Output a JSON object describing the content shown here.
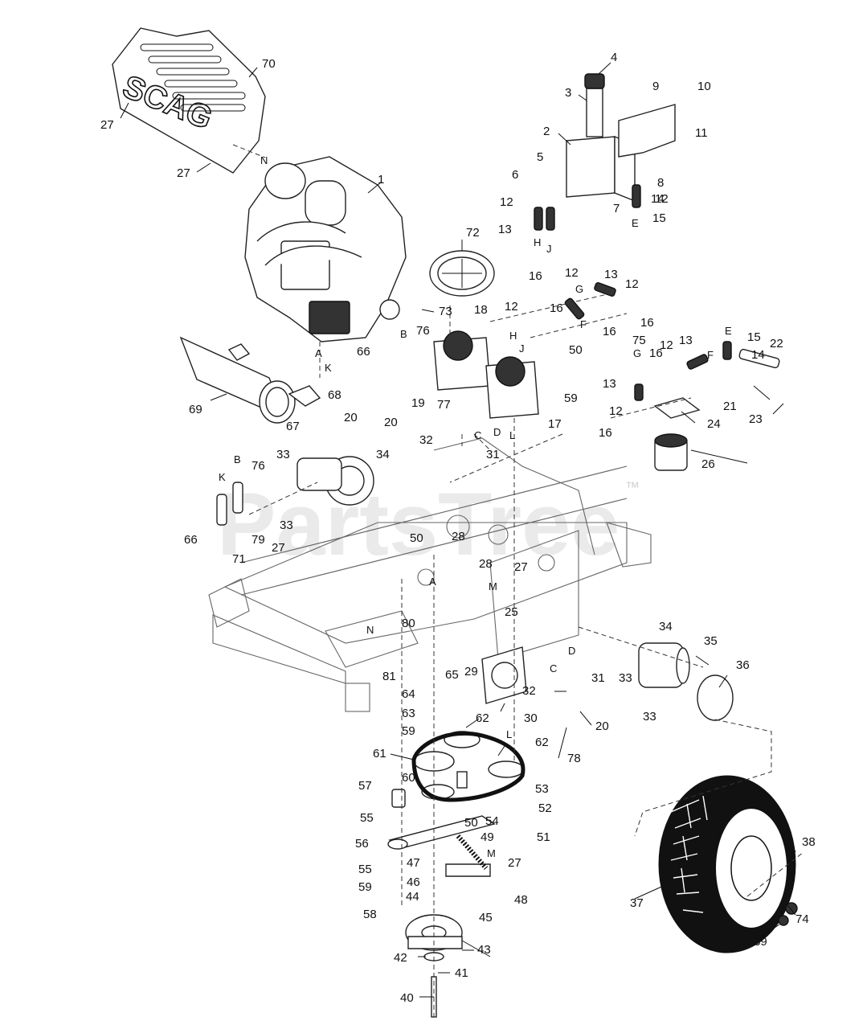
{
  "diagram": {
    "watermark": "PartsTree",
    "watermark_tm": "™",
    "logo_text": "SCAG",
    "callouts": [
      {
        "id": "c1",
        "text": "1"
      },
      {
        "id": "c2",
        "text": "2"
      },
      {
        "id": "c3",
        "text": "3"
      },
      {
        "id": "c4",
        "text": "4"
      },
      {
        "id": "c5",
        "text": "5"
      },
      {
        "id": "c6",
        "text": "6"
      },
      {
        "id": "c7",
        "text": "7"
      },
      {
        "id": "c8",
        "text": "8"
      },
      {
        "id": "c9",
        "text": "9"
      },
      {
        "id": "c10",
        "text": "10"
      },
      {
        "id": "c11",
        "text": "11"
      },
      {
        "id": "c12a",
        "text": "12"
      },
      {
        "id": "c12b",
        "text": "12"
      },
      {
        "id": "c12c",
        "text": "12"
      },
      {
        "id": "c12d",
        "text": "12"
      },
      {
        "id": "c12e",
        "text": "12"
      },
      {
        "id": "c12f",
        "text": "12"
      },
      {
        "id": "c12g",
        "text": "12"
      },
      {
        "id": "c13a",
        "text": "13"
      },
      {
        "id": "c13b",
        "text": "13"
      },
      {
        "id": "c13c",
        "text": "13"
      },
      {
        "id": "c13d",
        "text": "13"
      },
      {
        "id": "c14a",
        "text": "14"
      },
      {
        "id": "c14b",
        "text": "14"
      },
      {
        "id": "c15a",
        "text": "15"
      },
      {
        "id": "c15b",
        "text": "15"
      },
      {
        "id": "c16a",
        "text": "16"
      },
      {
        "id": "c16b",
        "text": "16"
      },
      {
        "id": "c16c",
        "text": "16"
      },
      {
        "id": "c16d",
        "text": "16"
      },
      {
        "id": "c16e",
        "text": "16"
      },
      {
        "id": "c16f",
        "text": "16"
      },
      {
        "id": "c17",
        "text": "17"
      },
      {
        "id": "c18",
        "text": "18"
      },
      {
        "id": "c19",
        "text": "19"
      },
      {
        "id": "c20a",
        "text": "20"
      },
      {
        "id": "c20b",
        "text": "20"
      },
      {
        "id": "c20c",
        "text": "20"
      },
      {
        "id": "c21",
        "text": "21"
      },
      {
        "id": "c22",
        "text": "22"
      },
      {
        "id": "c23",
        "text": "23"
      },
      {
        "id": "c24",
        "text": "24"
      },
      {
        "id": "c25",
        "text": "25"
      },
      {
        "id": "c26",
        "text": "26"
      },
      {
        "id": "c27a",
        "text": "27"
      },
      {
        "id": "c27b",
        "text": "27"
      },
      {
        "id": "c27c",
        "text": "27"
      },
      {
        "id": "c27d",
        "text": "27"
      },
      {
        "id": "c27e",
        "text": "27"
      },
      {
        "id": "c28a",
        "text": "28"
      },
      {
        "id": "c28b",
        "text": "28"
      },
      {
        "id": "c29",
        "text": "29"
      },
      {
        "id": "c30",
        "text": "30"
      },
      {
        "id": "c31a",
        "text": "31"
      },
      {
        "id": "c31b",
        "text": "31"
      },
      {
        "id": "c32a",
        "text": "32"
      },
      {
        "id": "c32b",
        "text": "32"
      },
      {
        "id": "c33a",
        "text": "33"
      },
      {
        "id": "c33b",
        "text": "33"
      },
      {
        "id": "c33c",
        "text": "33"
      },
      {
        "id": "c33d",
        "text": "33"
      },
      {
        "id": "c34a",
        "text": "34"
      },
      {
        "id": "c34b",
        "text": "34"
      },
      {
        "id": "c35",
        "text": "35"
      },
      {
        "id": "c36",
        "text": "36"
      },
      {
        "id": "c37",
        "text": "37"
      },
      {
        "id": "c38",
        "text": "38"
      },
      {
        "id": "c39",
        "text": "39"
      },
      {
        "id": "c40",
        "text": "40"
      },
      {
        "id": "c41",
        "text": "41"
      },
      {
        "id": "c42",
        "text": "42"
      },
      {
        "id": "c43",
        "text": "43"
      },
      {
        "id": "c44",
        "text": "44"
      },
      {
        "id": "c45",
        "text": "45"
      },
      {
        "id": "c46",
        "text": "46"
      },
      {
        "id": "c47",
        "text": "47"
      },
      {
        "id": "c48",
        "text": "48"
      },
      {
        "id": "c49",
        "text": "49"
      },
      {
        "id": "c50a",
        "text": "50"
      },
      {
        "id": "c50b",
        "text": "50"
      },
      {
        "id": "c50c",
        "text": "50"
      },
      {
        "id": "c51",
        "text": "51"
      },
      {
        "id": "c52",
        "text": "52"
      },
      {
        "id": "c53",
        "text": "53"
      },
      {
        "id": "c54",
        "text": "54"
      },
      {
        "id": "c55a",
        "text": "55"
      },
      {
        "id": "c55b",
        "text": "55"
      },
      {
        "id": "c56",
        "text": "56"
      },
      {
        "id": "c57",
        "text": "57"
      },
      {
        "id": "c58",
        "text": "58"
      },
      {
        "id": "c59a",
        "text": "59"
      },
      {
        "id": "c59b",
        "text": "59"
      },
      {
        "id": "c59c",
        "text": "59"
      },
      {
        "id": "c60",
        "text": "60"
      },
      {
        "id": "c61",
        "text": "61"
      },
      {
        "id": "c62a",
        "text": "62"
      },
      {
        "id": "c62b",
        "text": "62"
      },
      {
        "id": "c63",
        "text": "63"
      },
      {
        "id": "c64",
        "text": "64"
      },
      {
        "id": "c65",
        "text": "65"
      },
      {
        "id": "c66a",
        "text": "66"
      },
      {
        "id": "c66b",
        "text": "66"
      },
      {
        "id": "c67",
        "text": "67"
      },
      {
        "id": "c68",
        "text": "68"
      },
      {
        "id": "c69",
        "text": "69"
      },
      {
        "id": "c70",
        "text": "70"
      },
      {
        "id": "c71",
        "text": "71"
      },
      {
        "id": "c72",
        "text": "72"
      },
      {
        "id": "c73",
        "text": "73"
      },
      {
        "id": "c74",
        "text": "74"
      },
      {
        "id": "c75",
        "text": "75"
      },
      {
        "id": "c76a",
        "text": "76"
      },
      {
        "id": "c76b",
        "text": "76"
      },
      {
        "id": "c77",
        "text": "77"
      },
      {
        "id": "c78",
        "text": "78"
      },
      {
        "id": "c79",
        "text": "79"
      },
      {
        "id": "c80",
        "text": "80"
      },
      {
        "id": "c81",
        "text": "81"
      }
    ],
    "letters": [
      {
        "id": "lA1",
        "text": "A"
      },
      {
        "id": "lA2",
        "text": "A"
      },
      {
        "id": "lB1",
        "text": "B"
      },
      {
        "id": "lB2",
        "text": "B"
      },
      {
        "id": "lC1",
        "text": "C"
      },
      {
        "id": "lC2",
        "text": "C"
      },
      {
        "id": "lD1",
        "text": "D"
      },
      {
        "id": "lD2",
        "text": "D"
      },
      {
        "id": "lE1",
        "text": "E"
      },
      {
        "id": "lE2",
        "text": "E"
      },
      {
        "id": "lF1",
        "text": "F"
      },
      {
        "id": "lF2",
        "text": "F"
      },
      {
        "id": "lG1",
        "text": "G"
      },
      {
        "id": "lG2",
        "text": "G"
      },
      {
        "id": "lH1",
        "text": "H"
      },
      {
        "id": "lH2",
        "text": "H"
      },
      {
        "id": "lJ1",
        "text": "J"
      },
      {
        "id": "lJ2",
        "text": "J"
      },
      {
        "id": "lK1",
        "text": "K"
      },
      {
        "id": "lK2",
        "text": "K"
      },
      {
        "id": "lL1",
        "text": "L"
      },
      {
        "id": "lL2",
        "text": "L"
      },
      {
        "id": "lM1",
        "text": "M"
      },
      {
        "id": "lM2",
        "text": "M"
      },
      {
        "id": "lN1",
        "text": "N"
      },
      {
        "id": "lN2",
        "text": "N"
      }
    ]
  }
}
